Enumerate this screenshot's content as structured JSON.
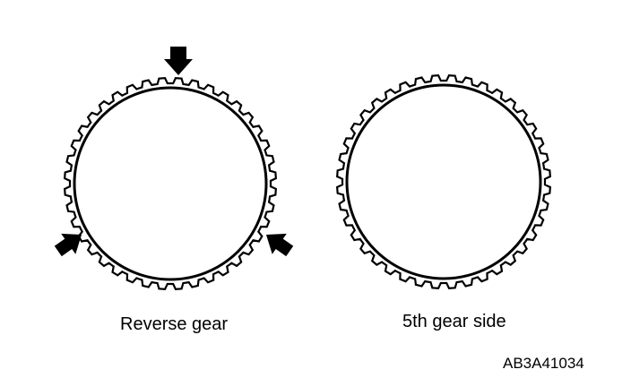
{
  "figure": {
    "left_caption": "Reverse gear",
    "right_caption": "5th gear side",
    "figure_code": "AB3A41034"
  },
  "style": {
    "stroke_color": "#000000",
    "background": "#ffffff"
  },
  "rings": [
    {
      "name": "reverse-gear-ring",
      "teeth": 40,
      "marked_points": 3
    },
    {
      "name": "fifth-gear-side-ring",
      "teeth": 40,
      "marked_points": 0
    }
  ]
}
